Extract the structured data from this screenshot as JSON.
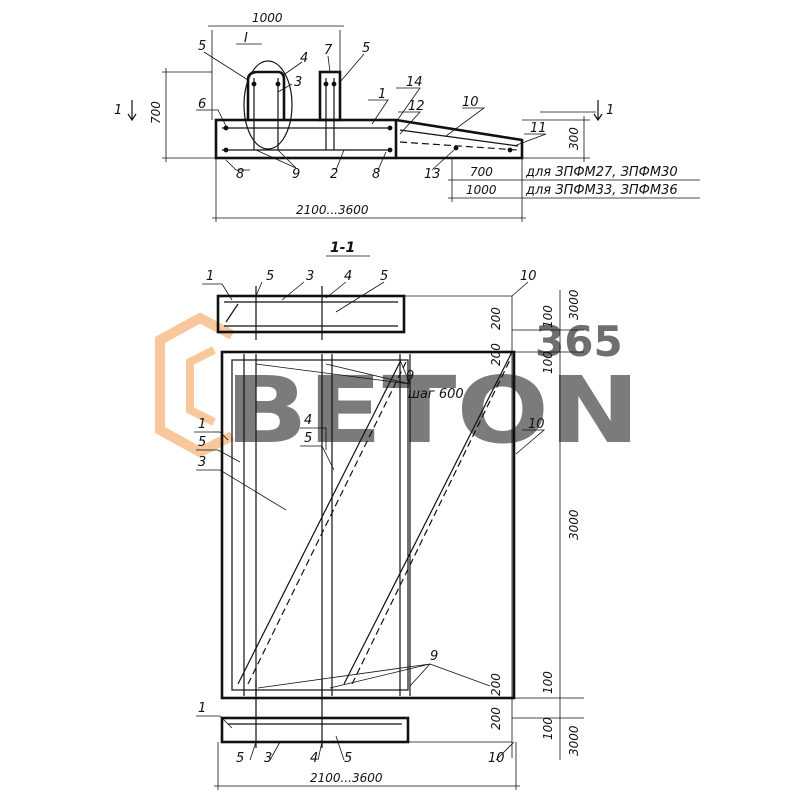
{
  "watermark": {
    "brand": "BETON",
    "number": "365",
    "color_orange": "#f29b4a",
    "color_gray": "#b4b4b4"
  },
  "top_view": {
    "section_mark": "I",
    "dims": {
      "top_width": "1000",
      "height_left": "700",
      "height_right": "300",
      "ext_a": "700",
      "ext_b": "1000",
      "total": "2100...3600"
    },
    "notes": {
      "row1": "для ЗПФМ27, ЗПФМ30",
      "row2": "для ЗПФМ33, ЗПФМ36"
    },
    "cut_marker": "1",
    "labels": [
      "5",
      "4",
      "3",
      "7",
      "5",
      "1",
      "14",
      "12",
      "10",
      "11",
      "6",
      "8",
      "9",
      "2",
      "8",
      "13"
    ]
  },
  "section": {
    "title": "1-1",
    "top_labels": [
      "1",
      "5",
      "3",
      "4",
      "5",
      "10"
    ],
    "side_labels": [
      "1",
      "5",
      "3",
      "4",
      "5",
      "10"
    ],
    "bottom_labels": [
      "1",
      "5",
      "3",
      "4",
      "5",
      "10"
    ],
    "label_9": "9",
    "step_note": "шаг 600",
    "label_9b": "9",
    "dims_right": [
      "3000",
      "100",
      "200",
      "200",
      "100",
      "3000",
      "100",
      "200",
      "200",
      "100",
      "3000"
    ],
    "total": "2100...3600"
  }
}
